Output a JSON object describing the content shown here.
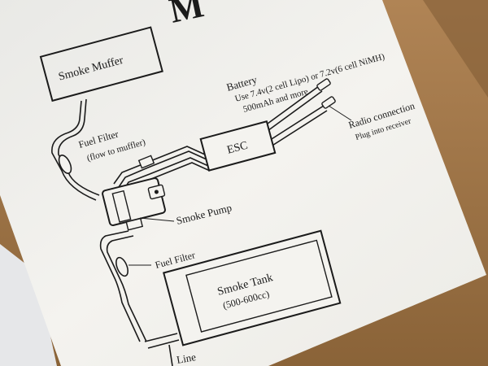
{
  "doc": {
    "heading_fragment": "M",
    "smoke_muffer": "Smoke Muffer",
    "fuel_filter_top": "Fuel Filter",
    "fuel_filter_top_note": "(flow to muffler)",
    "battery_title": "Battery",
    "battery_line1": "Use 7.4v(2 cell Lipo) or 7.2v(6 cell NiMH)",
    "battery_line2": "500mAh and more.",
    "esc": "ESC",
    "radio_title": "Radio connection",
    "radio_note": "Plug into receiver",
    "smoke_pump": "Smoke Pump",
    "fuel_filter_bottom": "Fuel Filter",
    "smoke_tank": "Smoke Tank",
    "smoke_tank_capacity": "(500-600cc)",
    "line_fragment": "Line"
  },
  "colors": {
    "paper": "#f3f2ee",
    "ink": "#1b1b1b",
    "cardboard": "#9c7346"
  }
}
